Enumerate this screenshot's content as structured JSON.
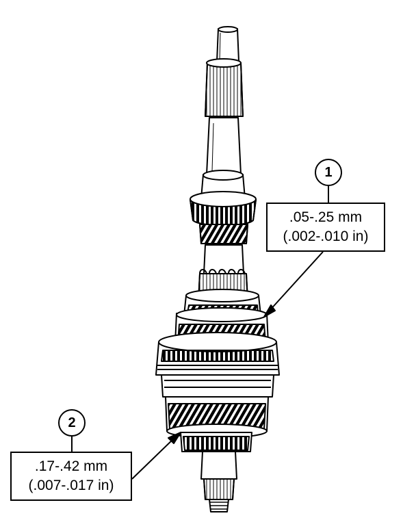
{
  "callouts": [
    {
      "number": "1",
      "metric": ".05-.25 mm",
      "imperial": "(.002-.010 in)"
    },
    {
      "number": "2",
      "metric": ".17-.42 mm",
      "imperial": "(.007-.017 in)"
    }
  ],
  "colors": {
    "line": "#000000",
    "background": "#ffffff"
  }
}
